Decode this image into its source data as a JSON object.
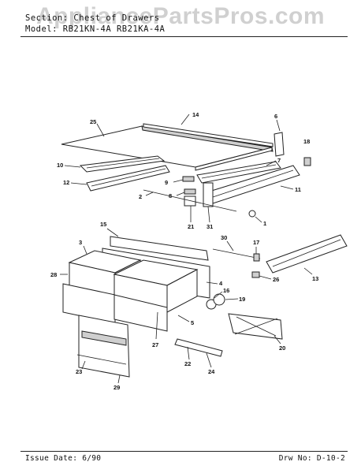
{
  "header": {
    "section_label": "Section:",
    "section_value": "Chest of Drawers",
    "model_label": "Model:",
    "model_value": "RB21KN-4A  RB21KA-4A"
  },
  "watermark": "AppliancePartsPros.com",
  "footer": {
    "issue_date": "Issue Date: 6/90",
    "drawing_no": "Drw No: D-10-2"
  },
  "callouts": [
    "1",
    "2",
    "3",
    "4",
    "5",
    "6",
    "7",
    "8",
    "9",
    "10",
    "11",
    "12",
    "13",
    "14",
    "15",
    "16",
    "17",
    "18",
    "19",
    "20",
    "21",
    "22",
    "23",
    "24",
    "25",
    "26",
    "27",
    "28",
    "29",
    "30",
    "31"
  ]
}
